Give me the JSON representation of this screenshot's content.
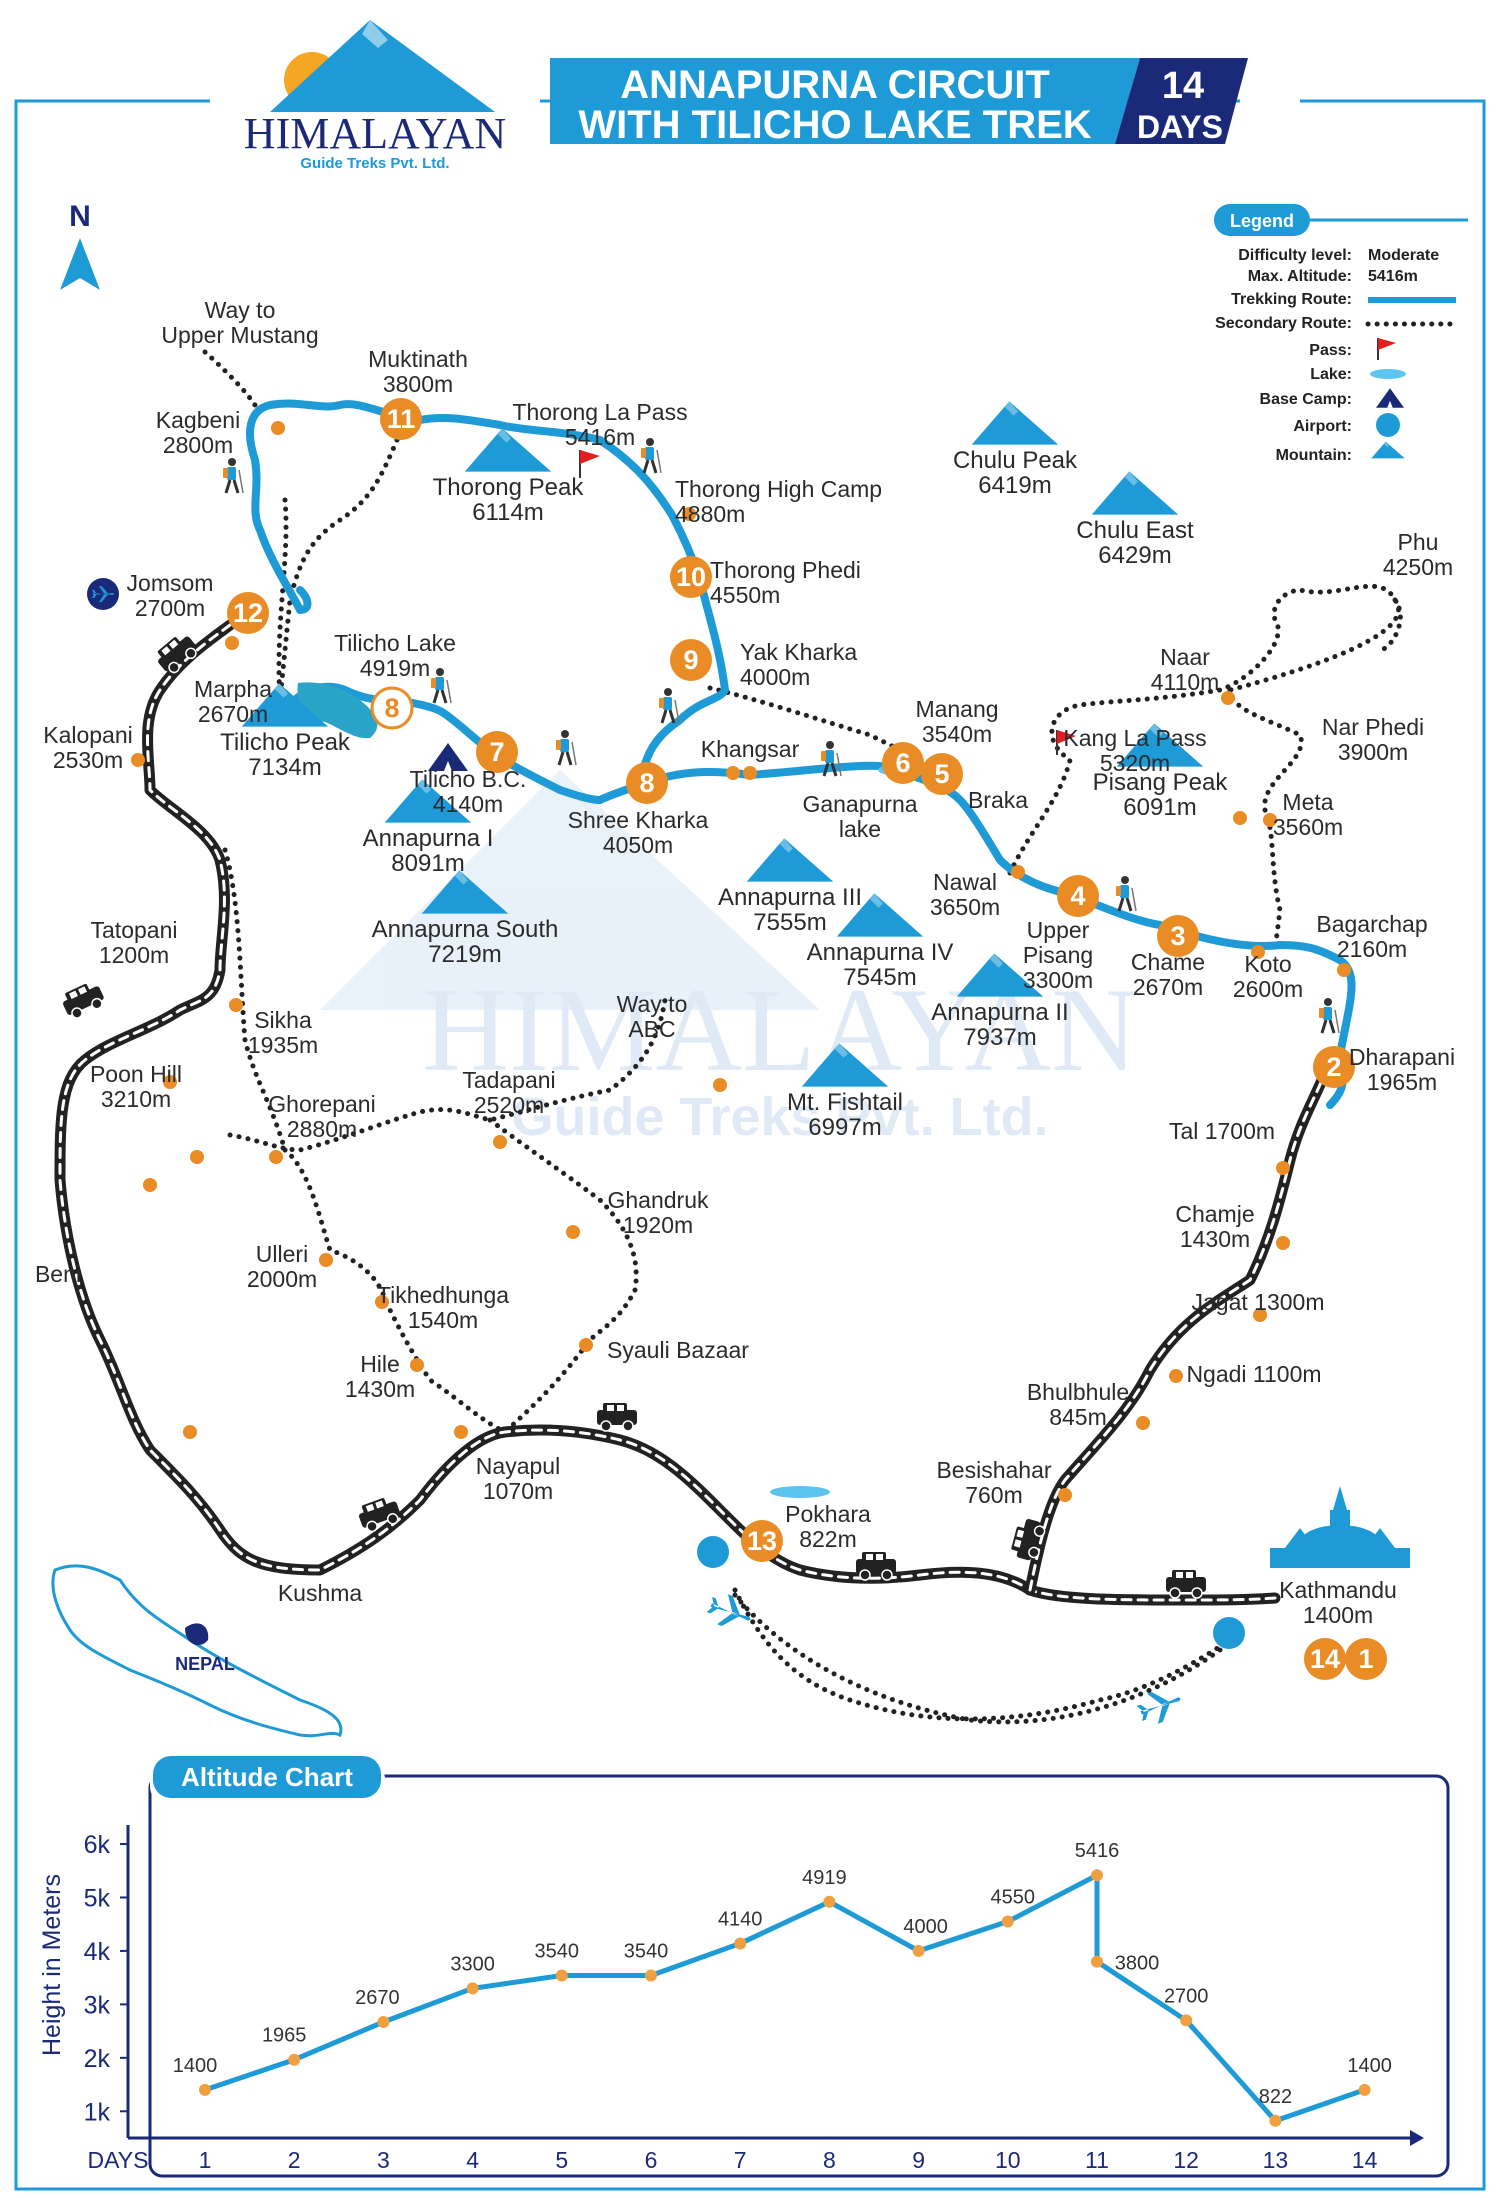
{
  "header": {
    "brand_name": "HIMALAYAN",
    "brand_sub": "Guide Treks Pvt. Ltd.",
    "title_line1": "ANNAPURNA CIRCUIT",
    "title_line2": "WITH TILICHO LAKE TREK",
    "days_number": "14",
    "days_label": "DAYS",
    "north": "N"
  },
  "legend": {
    "title": "Legend",
    "difficulty_label": "Difficulty level:",
    "difficulty_value": "Moderate",
    "max_alt_label": "Max. Altitude:",
    "max_alt_value": "5416m",
    "trek_route": "Trekking Route:",
    "secondary_route": "Secondary Route:",
    "pass": "Pass:",
    "lake": "Lake:",
    "base_camp": "Base Camp:",
    "airport": "Airport:",
    "mountain": "Mountain:"
  },
  "places": [
    {
      "id": "way-mustang",
      "l1": "Way to",
      "l2": "Upper Mustang"
    },
    {
      "id": "muktinath",
      "l1": "Muktinath",
      "l2": "3800m"
    },
    {
      "id": "thorong-la",
      "l1": "Thorong La Pass",
      "l2": "5416m"
    },
    {
      "id": "kagbeni",
      "l1": "Kagbeni",
      "l2": "2800m"
    },
    {
      "id": "thorong-high",
      "l1": "Thorong High Camp",
      "l2": "4880m"
    },
    {
      "id": "thorong-phedi",
      "l1": "Thorong Phedi",
      "l2": "4550m"
    },
    {
      "id": "jomsom",
      "l1": "Jomsom",
      "l2": "2700m"
    },
    {
      "id": "tilicho-lake",
      "l1": "Tilicho Lake",
      "l2": "4919m"
    },
    {
      "id": "yak-kharka",
      "l1": "Yak Kharka",
      "l2": "4000m"
    },
    {
      "id": "marpha",
      "l1": "Marpha",
      "l2": "2670m"
    },
    {
      "id": "kalopani",
      "l1": "Kalopani",
      "l2": "2530m"
    },
    {
      "id": "manang",
      "l1": "Manang",
      "l2": "3540m"
    },
    {
      "id": "khangsar",
      "l1": "Khangsar",
      "l2": ""
    },
    {
      "id": "tilicho-bc",
      "l1": "Tilicho B.C.",
      "l2": "4140m"
    },
    {
      "id": "shree-kharka",
      "l1": "Shree Kharka",
      "l2": "4050m"
    },
    {
      "id": "ganapurna",
      "l1": "Ganapurna",
      "l2": "lake"
    },
    {
      "id": "braka",
      "l1": "Braka",
      "l2": ""
    },
    {
      "id": "phu",
      "l1": "Phu",
      "l2": "4250m"
    },
    {
      "id": "naar",
      "l1": "Naar",
      "l2": "4110m"
    },
    {
      "id": "kang-la",
      "l1": "Kang La Pass",
      "l2": "5320m"
    },
    {
      "id": "nar-phedi",
      "l1": "Nar Phedi",
      "l2": "3900m"
    },
    {
      "id": "meta",
      "l1": "Meta",
      "l2": "3560m"
    },
    {
      "id": "nawal",
      "l1": "Nawal",
      "l2": "3650m"
    },
    {
      "id": "upper-pisang",
      "l1": "Upper",
      "l2": "Pisang",
      "l3": "3300m"
    },
    {
      "id": "chame",
      "l1": "Chame",
      "l2": "2670m"
    },
    {
      "id": "koto",
      "l1": "Koto",
      "l2": "2600m"
    },
    {
      "id": "bagarchap",
      "l1": "Bagarchap",
      "l2": "2160m"
    },
    {
      "id": "dharapani",
      "l1": "Dharapani",
      "l2": "1965m"
    },
    {
      "id": "tatopani",
      "l1": "Tatopani",
      "l2": "1200m"
    },
    {
      "id": "sikha",
      "l1": "Sikha",
      "l2": "1935m"
    },
    {
      "id": "way-abc",
      "l1": "Way to",
      "l2": "ABC"
    },
    {
      "id": "poon-hill",
      "l1": "Poon Hill",
      "l2": "3210m"
    },
    {
      "id": "ghorepani",
      "l1": "Ghorepani",
      "l2": "2880m"
    },
    {
      "id": "tadapani",
      "l1": "Tadapani",
      "l2": "2520m"
    },
    {
      "id": "tal",
      "l1": "Tal 1700m",
      "l2": ""
    },
    {
      "id": "chamje",
      "l1": "Chamje",
      "l2": "1430m"
    },
    {
      "id": "ghandruk",
      "l1": "Ghandruk",
      "l2": "1920m"
    },
    {
      "id": "ulleri",
      "l1": "Ulleri",
      "l2": "2000m"
    },
    {
      "id": "beni",
      "l1": "Beni",
      "l2": ""
    },
    {
      "id": "tikhedhunga",
      "l1": "Tikhedhunga",
      "l2": "1540m"
    },
    {
      "id": "jagat",
      "l1": "Jagat 1300m",
      "l2": ""
    },
    {
      "id": "syauli",
      "l1": "Syauli Bazaar",
      "l2": ""
    },
    {
      "id": "hile",
      "l1": "Hile",
      "l2": "1430m"
    },
    {
      "id": "ngadi",
      "l1": "Ngadi 1100m",
      "l2": ""
    },
    {
      "id": "bhulbhule",
      "l1": "Bhulbhule",
      "l2": "845m"
    },
    {
      "id": "nayapul",
      "l1": "Nayapul",
      "l2": "1070m"
    },
    {
      "id": "besishahar",
      "l1": "Besishahar",
      "l2": "760m"
    },
    {
      "id": "pokhara",
      "l1": "Pokhara",
      "l2": "822m"
    },
    {
      "id": "kushma",
      "l1": "Kushma",
      "l2": ""
    },
    {
      "id": "kathmandu",
      "l1": "Kathmandu",
      "l2": "1400m"
    }
  ],
  "mountains": [
    {
      "id": "thorong-peak",
      "name": "Thorong Peak",
      "alt": "6114m"
    },
    {
      "id": "chulu-peak",
      "name": "Chulu Peak",
      "alt": "6419m"
    },
    {
      "id": "chulu-east",
      "name": "Chulu East",
      "alt": "6429m"
    },
    {
      "id": "tilicho-peak",
      "name": "Tilicho Peak",
      "alt": "7134m"
    },
    {
      "id": "pisang-peak",
      "name": "Pisang Peak",
      "alt": "6091m"
    },
    {
      "id": "annapurna-1",
      "name": "Annapurna I",
      "alt": "8091m"
    },
    {
      "id": "annapurna-3",
      "name": "Annapurna III",
      "alt": "7555m"
    },
    {
      "id": "annapurna-south",
      "name": "Annapurna South",
      "alt": "7219m"
    },
    {
      "id": "annapurna-4",
      "name": "Annapurna IV",
      "alt": "7545m"
    },
    {
      "id": "annapurna-2",
      "name": "Annapurna II",
      "alt": "7937m"
    },
    {
      "id": "fishtail",
      "name": "Mt. Fishtail",
      "alt": "6997m"
    }
  ],
  "day_markers": [
    "1",
    "2",
    "3",
    "4",
    "5",
    "6",
    "7",
    "8",
    "8",
    "9",
    "10",
    "11",
    "12",
    "13",
    "14"
  ],
  "nepal_label": "NEPAL",
  "chart_data": {
    "type": "line",
    "title": "Altitude Chart",
    "xlabel": "DAYS",
    "ylabel": "Height in Meters",
    "ylim": [
      500,
      6300
    ],
    "yticks": [
      "1k",
      "2k",
      "3k",
      "4k",
      "5k",
      "6k"
    ],
    "x": [
      1,
      2,
      3,
      4,
      5,
      6,
      7,
      8,
      9,
      10,
      11,
      11,
      12,
      13,
      14
    ],
    "x_tick_labels": [
      "1",
      "2",
      "3",
      "4",
      "5",
      "6",
      "7",
      "8",
      "9",
      "10",
      "11",
      "12",
      "13",
      "14"
    ],
    "values": [
      1400,
      1965,
      2670,
      3300,
      3540,
      3540,
      4140,
      4919,
      4000,
      4550,
      5416,
      3800,
      2700,
      822,
      1400
    ],
    "point_labels": [
      "1400",
      "1965",
      "2670",
      "3300",
      "3540",
      "3540",
      "4140",
      "4919",
      "4000",
      "4550",
      "5416",
      "3800",
      "2700",
      "822",
      "1400"
    ],
    "line_color": "#1e9ad6",
    "point_color": "#f0a040"
  },
  "colors": {
    "blue": "#1e9ad6",
    "navy": "#1b2a78",
    "orange": "#e98c25",
    "red": "#e02020"
  }
}
